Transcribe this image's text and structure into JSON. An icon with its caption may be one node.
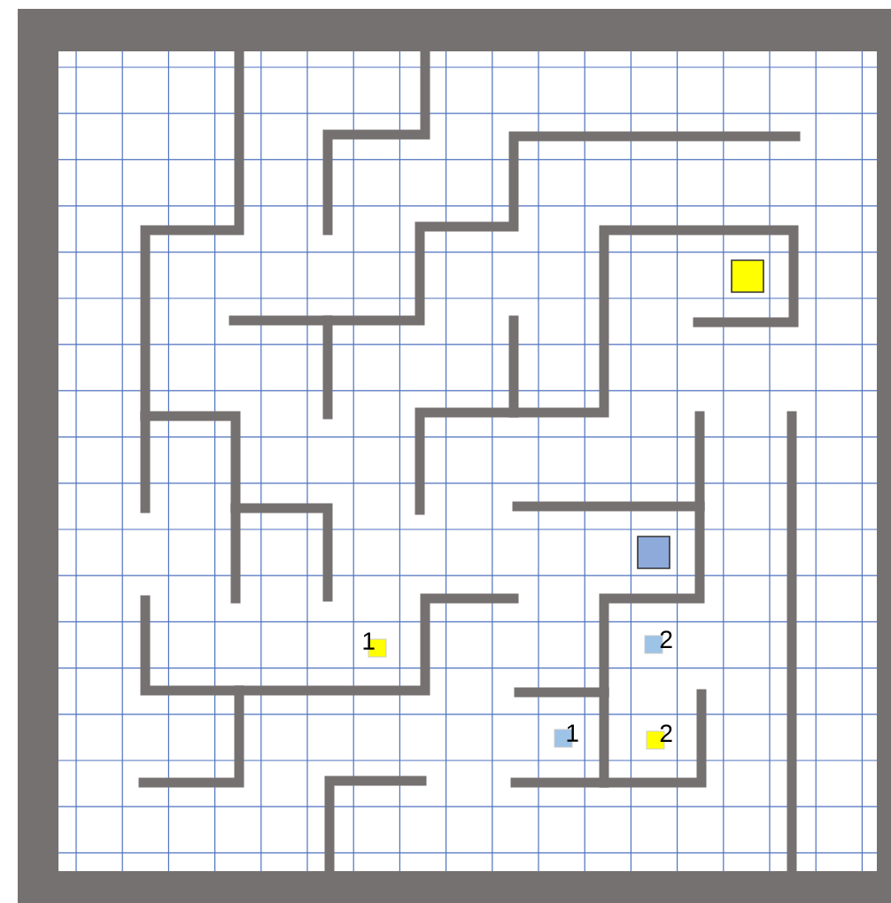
{
  "diagram": {
    "labels": [
      "1",
      "2",
      "1",
      "2"
    ]
  }
}
